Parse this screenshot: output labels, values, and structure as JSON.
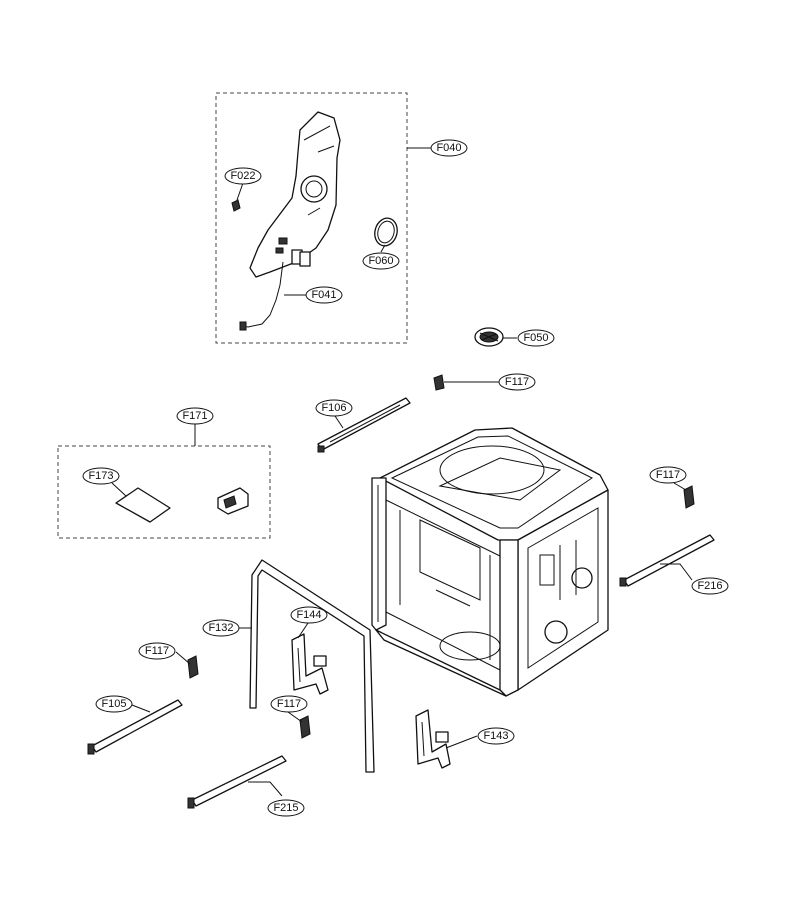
{
  "callouts": {
    "f040": "F040",
    "f022": "F022",
    "f060": "F060",
    "f041": "F041",
    "f050": "F050",
    "f117_top": "F117",
    "f106": "F106",
    "f171": "F171",
    "f173": "F173",
    "f117_right": "F117",
    "f216": "F216",
    "f132": "F132",
    "f144": "F144",
    "f117_left": "F117",
    "f105": "F105",
    "f117_mid": "F117",
    "f143": "F143",
    "f215": "F215"
  },
  "colors": {
    "line": "#111111",
    "background": "#ffffff"
  }
}
